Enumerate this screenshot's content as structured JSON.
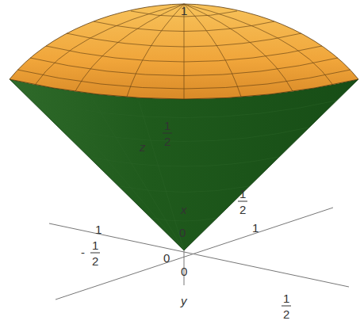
{
  "diagram": {
    "labels": [
      "1",
      "z",
      "1",
      "2",
      "x",
      "1",
      "2",
      "0",
      "1",
      "-",
      "1",
      "2",
      "0",
      "0",
      "y",
      "1",
      "1",
      "2"
    ]
  }
}
